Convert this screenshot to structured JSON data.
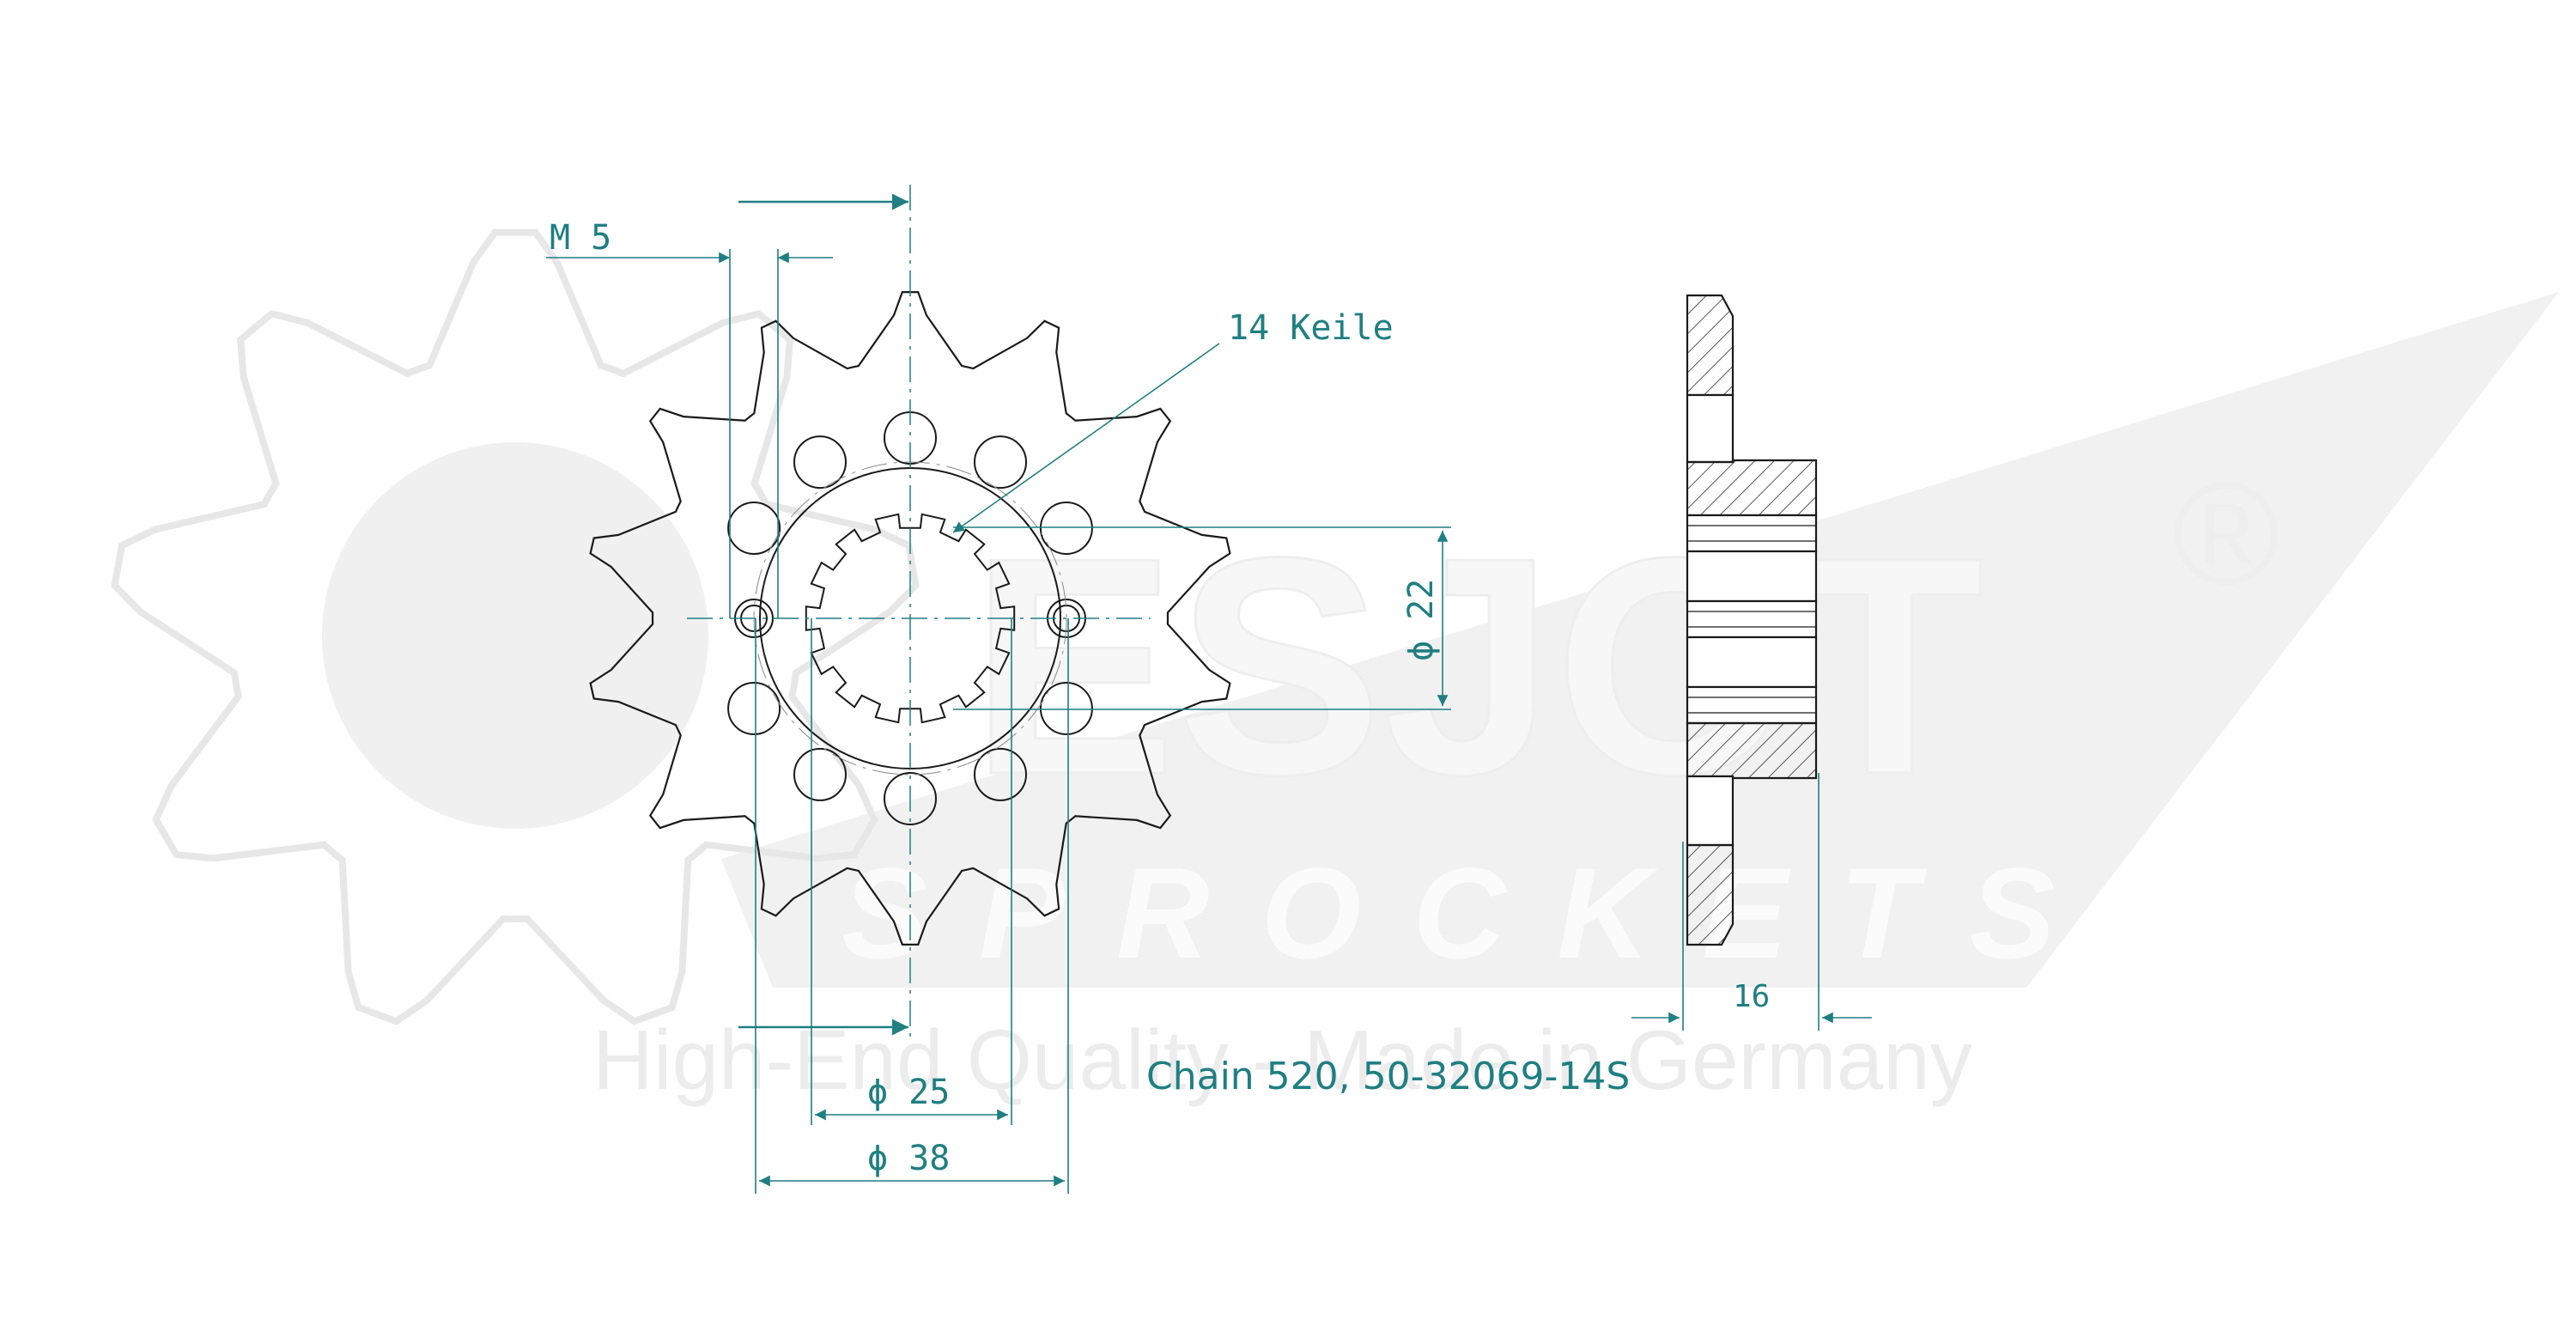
{
  "drawing": {
    "teeth": 14,
    "colors": {
      "ink": "#1a1a1a",
      "dimension": "#1f7f82",
      "watermark": "#e9e9e9",
      "hatch": "#555555"
    },
    "labels": {
      "thread": "M 5",
      "splines": "14 Keile",
      "inner_diameter": "ϕ 22",
      "spline_diameter": "ϕ 25",
      "bolt_circle": "ϕ 38",
      "width": "16",
      "chain": "Chain 520, 50-32069-14S"
    }
  },
  "watermark": {
    "brand": "ESJOT",
    "registered": "®",
    "sub": "SPROCKETS",
    "tagline": "High-End Quality - Made in Germany"
  }
}
